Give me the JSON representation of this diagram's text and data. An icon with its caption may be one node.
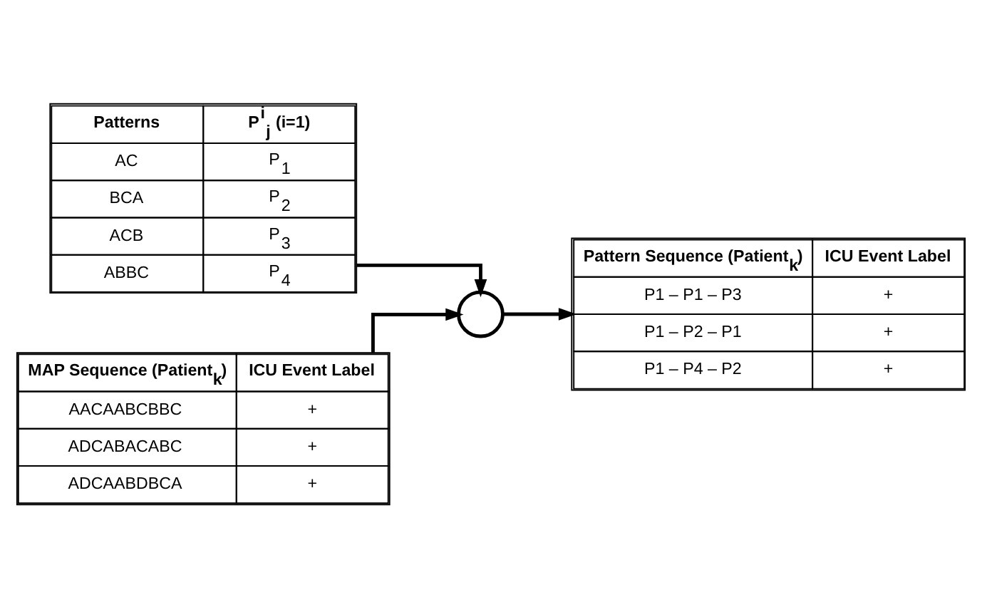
{
  "diagram": {
    "nodes": [
      {
        "text": [
          "Patterns",
          "P$^{i}$$_{j}$ (i=1)",
          "AC",
          "P$_{1}$",
          "BCA",
          "P$_{2}$",
          "ACB",
          "P$_{3}$",
          "ABBC",
          "P$_{4}$"
        ]
      },
      {
        "text": [
          "MAP Sequence (Patient$_{k}$)",
          "ICU Event Label",
          "AACAABCBBC",
          "+",
          "ADCABACABC",
          "+",
          "ADCAABDBCA",
          "+"
        ]
      },
      {
        "text": [],
        "shape": "circle"
      },
      {
        "text": [
          "Pattern Sequence (Patient$_{k}$)",
          "ICU Event Label",
          "P1 – P1 – P3",
          "+",
          "P1 – P2 – P1",
          "+",
          "P1 – P4 – P2",
          "+"
        ]
      }
    ],
    "edges": [
      {
        "from": 0,
        "to": 2,
        "arrow": "to"
      },
      {
        "from": 1,
        "to": 2,
        "arrow": "to"
      },
      {
        "from": 2,
        "to": 3,
        "arrow": "to"
      }
    ]
  }
}
